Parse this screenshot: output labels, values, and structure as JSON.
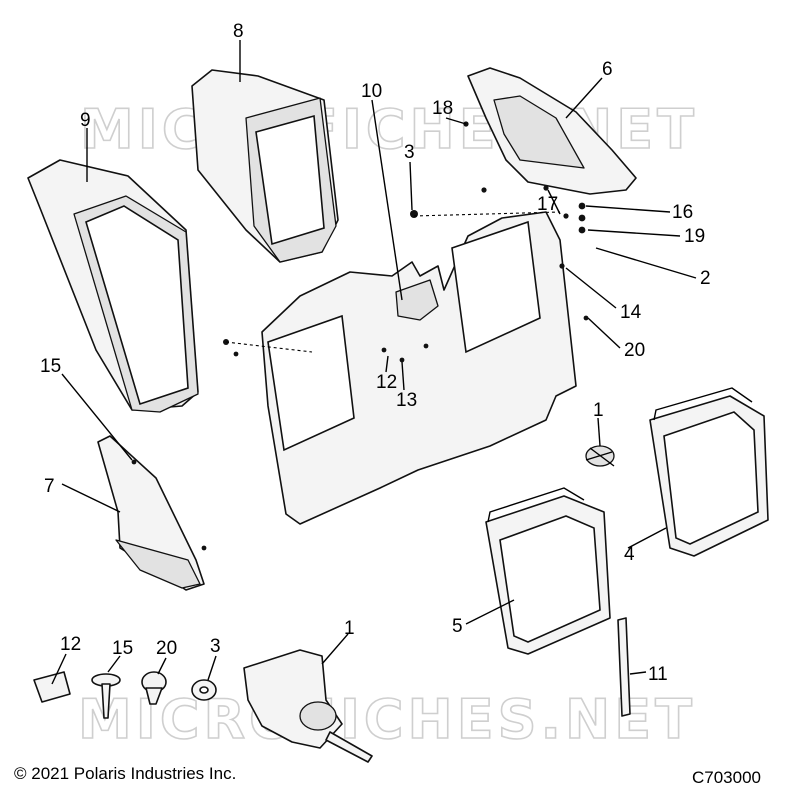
{
  "watermark": "MICROFICHES.NET",
  "copyright": "© 2021 Polaris Industries Inc.",
  "figure_code": "C703000",
  "callouts": {
    "c8": "8",
    "c6": "6",
    "c10": "10",
    "c18": "18",
    "c9": "9",
    "c3a": "3",
    "c17": "17",
    "c16": "16",
    "c19": "19",
    "c2": "2",
    "c14": "14",
    "c20a": "20",
    "c15a": "15",
    "c12a": "12",
    "c13": "13",
    "c1a": "1",
    "c7": "7",
    "c4": "4",
    "c5": "5",
    "c11": "11",
    "c12b": "12",
    "c15b": "15",
    "c20b": "20",
    "c3b": "3",
    "c1b": "1"
  }
}
